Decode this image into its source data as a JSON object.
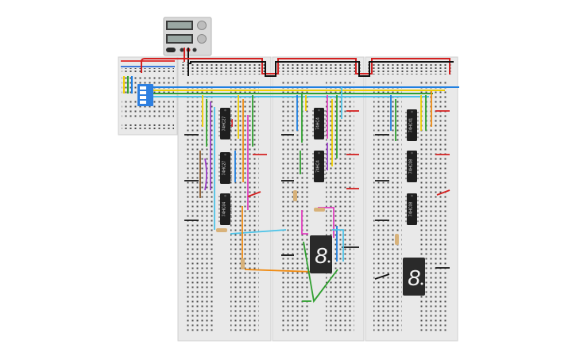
{
  "canvas": {
    "background": "#ffffff"
  },
  "colors": {
    "board": "#e9e9e9",
    "board_edge": "#cfcfcf",
    "hole": "#3b3b3b",
    "rail_red": "#e03c3c",
    "rail_blue": "#3c78d8",
    "chip_body": "#1f1f1f",
    "display_body": "#2a2a2a",
    "wire_red": "#d42020",
    "wire_black": "#111111",
    "wire_blue": "#1f7fe0",
    "wire_yellow": "#f0d000",
    "wire_green": "#30a030",
    "wire_cyan": "#4cc3e8",
    "wire_orange": "#f08a10",
    "wire_purple": "#9a3fc8",
    "wire_magenta": "#e040c0",
    "wire_brown": "#8a5a2a",
    "dip_switch": "#2d7fe0",
    "psu_body": "#d9d9d9"
  },
  "chips": [
    {
      "id": "u1",
      "label": "74HC27"
    },
    {
      "id": "u2",
      "label": "74HC27"
    },
    {
      "id": "u3",
      "label": "74HC04"
    },
    {
      "id": "u4",
      "label": "74HC4"
    },
    {
      "id": "u5",
      "label": "74HC4"
    },
    {
      "id": "u6",
      "label": "74HC41"
    },
    {
      "id": "u7",
      "label": "74HC08"
    },
    {
      "id": "u8",
      "label": "74HC08"
    }
  ],
  "displays": [
    {
      "id": "disp1",
      "digit": "8"
    },
    {
      "id": "disp2",
      "digit": "8"
    }
  ],
  "components": {
    "power_supply": "power-supply",
    "dip_switch": "dip-switch-4"
  }
}
